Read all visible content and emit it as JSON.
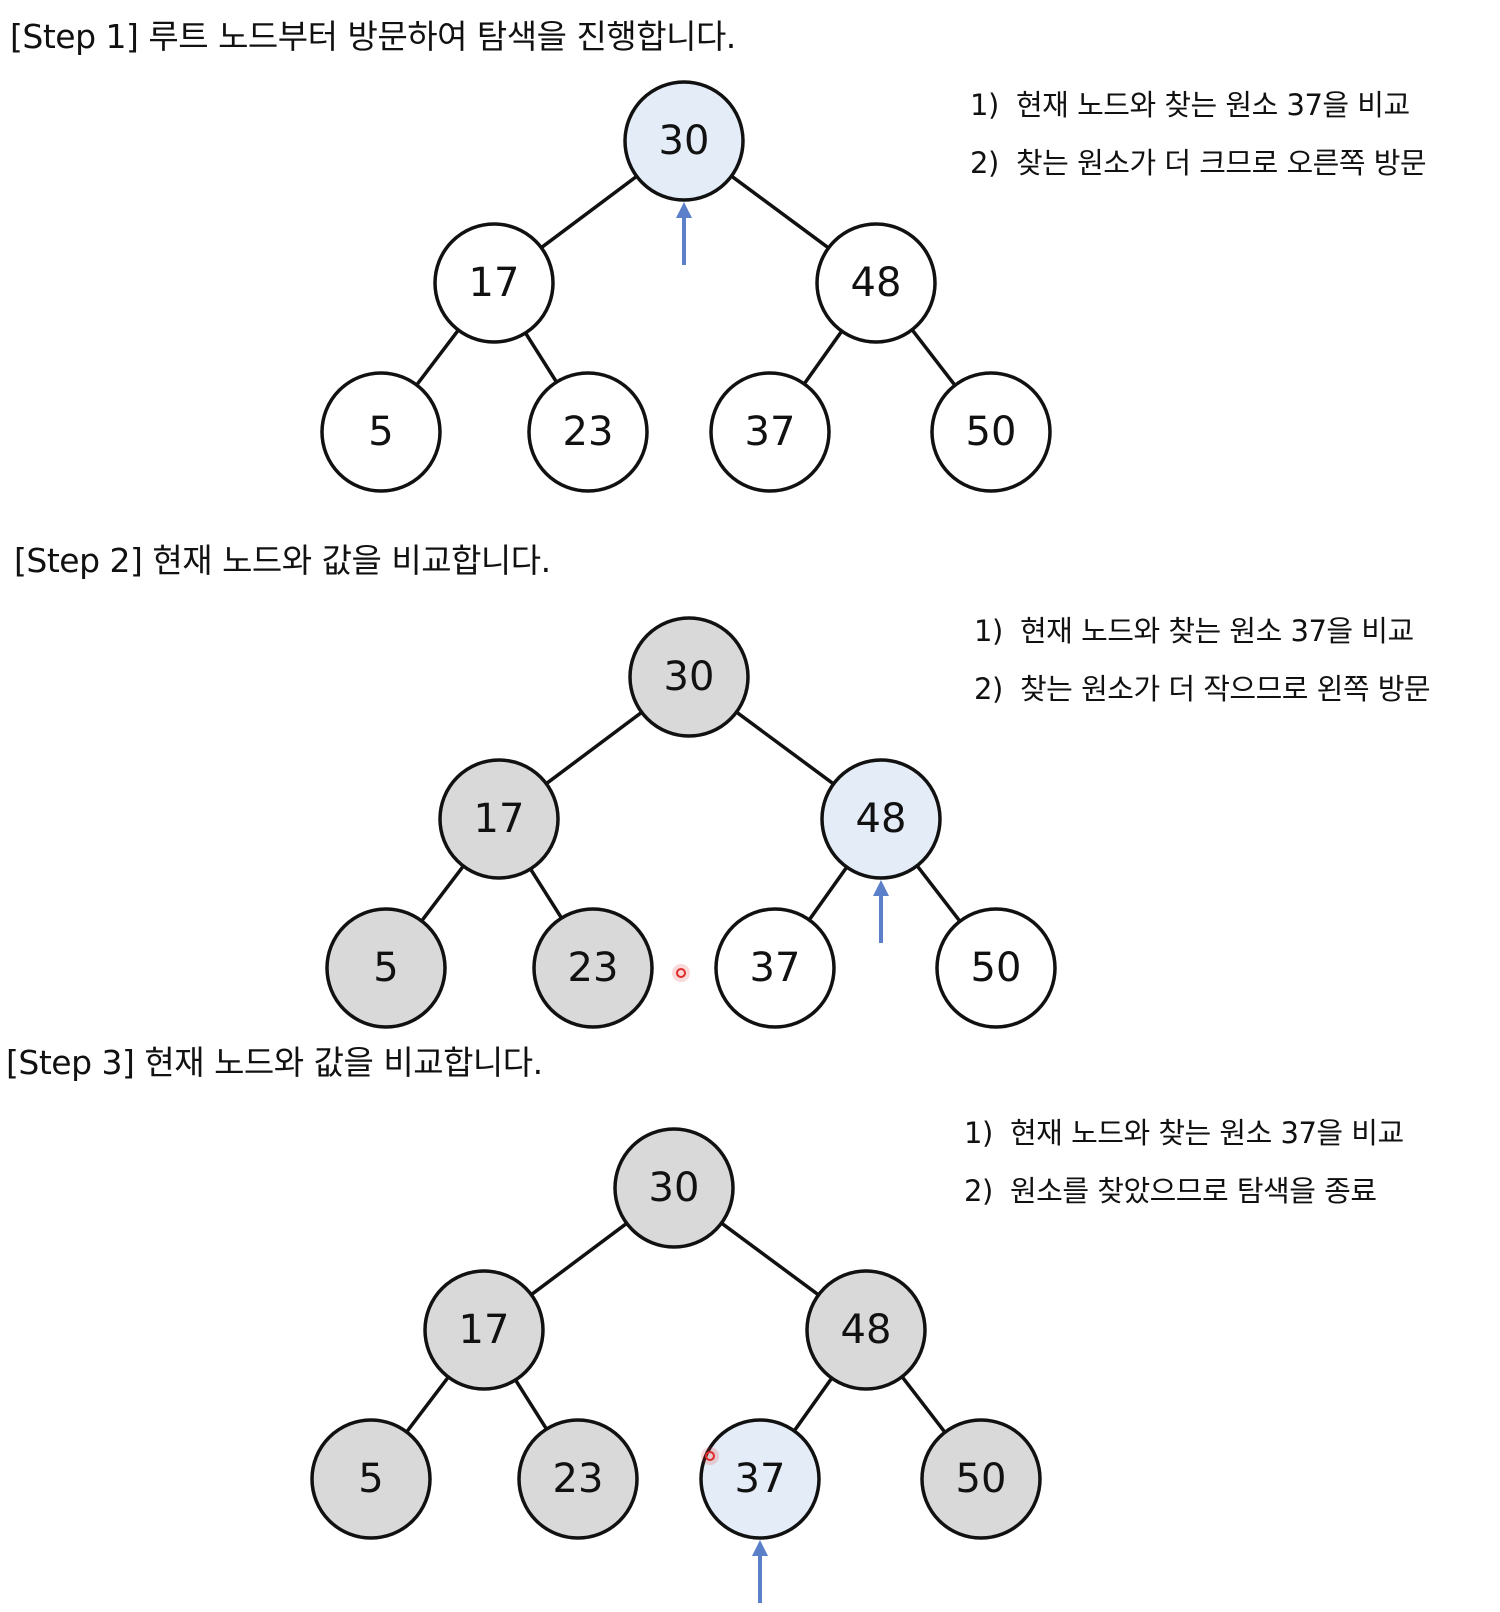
{
  "colors": {
    "current": "#e3ecf7",
    "visited": "#d9d9d9",
    "unvisited": "#ffffff",
    "stroke": "#111111",
    "arrow": "#5b7fc8",
    "cursor": "#e02b2b"
  },
  "steps": [
    {
      "title": "[Step 1] 루트 노드부터 방문하여 탐색을 진행합니다.",
      "notes": [
        {
          "num": "1)",
          "text": "현재 노드와 찾는 원소 37을 비교"
        },
        {
          "num": "2)",
          "text": "찾는 원소가 더 크므로 오른쪽 방문"
        }
      ],
      "nodes": [
        {
          "label": "30",
          "state": "current"
        },
        {
          "label": "17",
          "state": "unvisited"
        },
        {
          "label": "48",
          "state": "unvisited"
        },
        {
          "label": "5",
          "state": "unvisited"
        },
        {
          "label": "23",
          "state": "unvisited"
        },
        {
          "label": "37",
          "state": "unvisited"
        },
        {
          "label": "50",
          "state": "unvisited"
        }
      ],
      "pointer": "30"
    },
    {
      "title": "[Step 2] 현재 노드와 값을 비교합니다.",
      "notes": [
        {
          "num": "1)",
          "text": "현재 노드와 찾는 원소 37을 비교"
        },
        {
          "num": "2)",
          "text": "찾는 원소가 더 작으므로 왼쪽 방문"
        }
      ],
      "nodes": [
        {
          "label": "30",
          "state": "visited"
        },
        {
          "label": "17",
          "state": "visited"
        },
        {
          "label": "48",
          "state": "current"
        },
        {
          "label": "5",
          "state": "visited"
        },
        {
          "label": "23",
          "state": "visited"
        },
        {
          "label": "37",
          "state": "unvisited"
        },
        {
          "label": "50",
          "state": "unvisited"
        }
      ],
      "pointer": "48"
    },
    {
      "title": "[Step 3] 현재 노드와 값을 비교합니다.",
      "notes": [
        {
          "num": "1)",
          "text": "현재 노드와 찾는 원소 37을 비교"
        },
        {
          "num": "2)",
          "text": "원소를 찾았으므로 탐색을 종료"
        }
      ],
      "nodes": [
        {
          "label": "30",
          "state": "visited"
        },
        {
          "label": "17",
          "state": "visited"
        },
        {
          "label": "48",
          "state": "visited"
        },
        {
          "label": "5",
          "state": "visited"
        },
        {
          "label": "23",
          "state": "visited"
        },
        {
          "label": "37",
          "state": "current"
        },
        {
          "label": "50",
          "state": "visited"
        }
      ],
      "pointer": "37"
    }
  ]
}
